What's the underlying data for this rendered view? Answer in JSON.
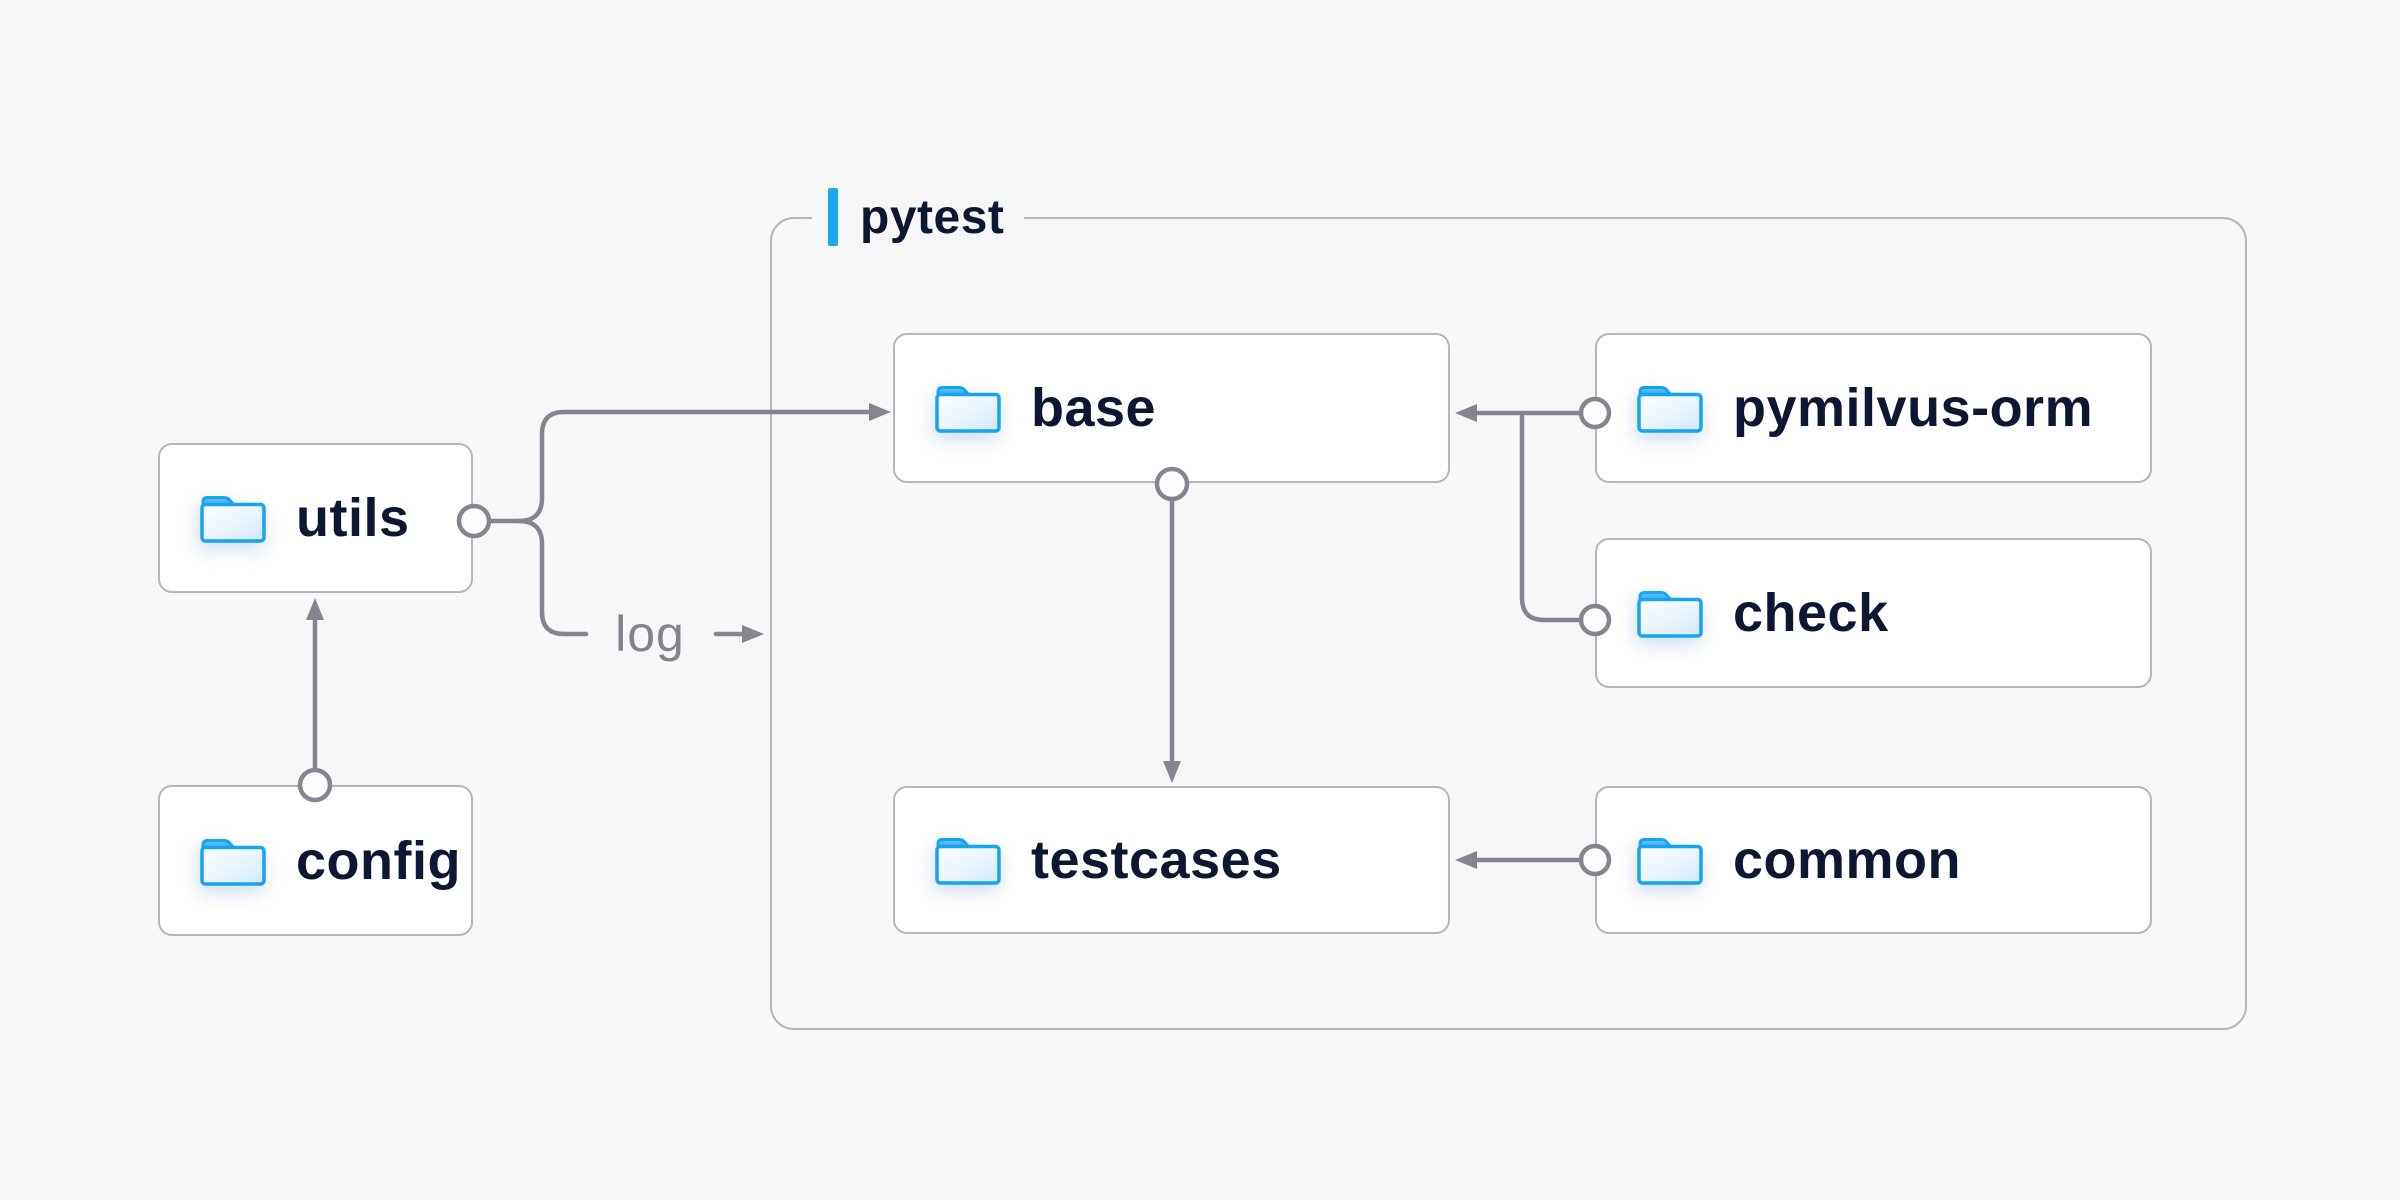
{
  "diagram": {
    "background_color": "#f7f7f8",
    "group": {
      "label": "pytest",
      "accent_color": "#18a9f1",
      "border_color": "#b5b5c1"
    },
    "nodes": [
      {
        "id": "utils",
        "label": "utils",
        "inside_group": false
      },
      {
        "id": "config",
        "label": "config",
        "inside_group": false
      },
      {
        "id": "base",
        "label": "base",
        "inside_group": true
      },
      {
        "id": "pymilvus-orm",
        "label": "pymilvus-orm",
        "inside_group": true
      },
      {
        "id": "check",
        "label": "check",
        "inside_group": true
      },
      {
        "id": "testcases",
        "label": "testcases",
        "inside_group": true
      },
      {
        "id": "common",
        "label": "common",
        "inside_group": true
      }
    ],
    "edges": [
      {
        "from": "config",
        "to": "utils",
        "label": ""
      },
      {
        "from": "utils",
        "to": "base",
        "label": ""
      },
      {
        "from": "utils",
        "to": "pytest",
        "label": "log"
      },
      {
        "from": "pymilvus-orm",
        "to": "base",
        "label": ""
      },
      {
        "from": "check",
        "to": "base",
        "label": ""
      },
      {
        "from": "base",
        "to": "testcases",
        "label": ""
      },
      {
        "from": "common",
        "to": "testcases",
        "label": ""
      }
    ],
    "colors": {
      "line": "#85858f",
      "node_border": "#b5b5c1",
      "node_background": "#ffffff",
      "node_text": "#0d1731",
      "folder_blue": "#17a3f0",
      "folder_tab": "#46b4f3",
      "accent_blue": "#18a9f1",
      "edge_label_text": "#83838e"
    }
  }
}
